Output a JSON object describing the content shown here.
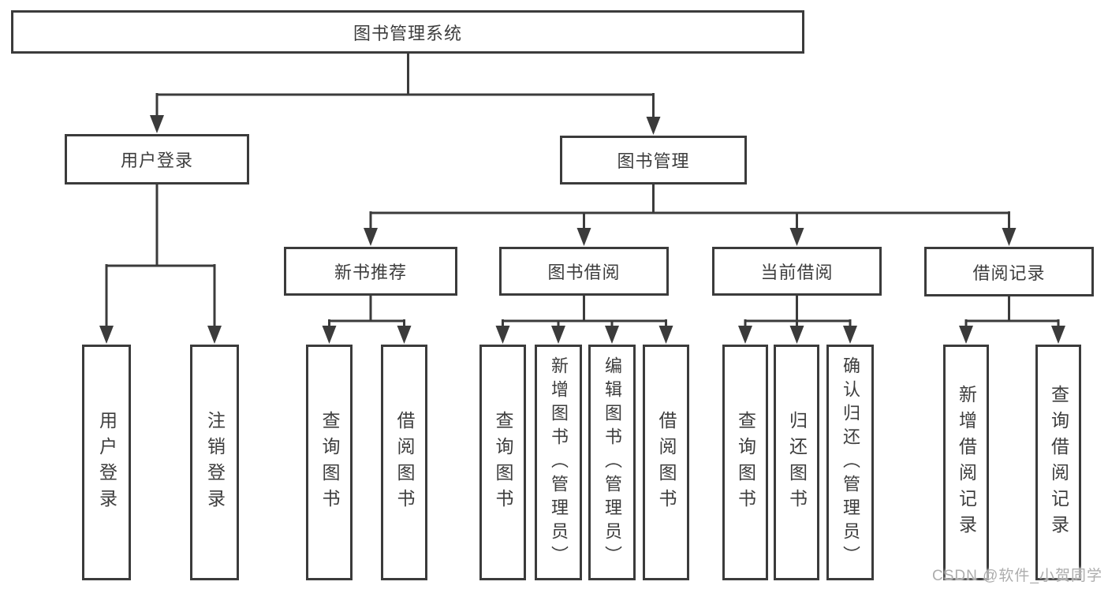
{
  "diagram": {
    "title": "图书管理系统",
    "tree": {
      "label": "图书管理系统",
      "children": [
        {
          "label": "用户登录",
          "children": [
            {
              "label": "用户登录"
            },
            {
              "label": "注销登录"
            }
          ]
        },
        {
          "label": "图书管理",
          "children": [
            {
              "label": "新书推荐",
              "children": [
                {
                  "label": "查询图书"
                },
                {
                  "label": "借阅图书"
                }
              ]
            },
            {
              "label": "图书借阅",
              "children": [
                {
                  "label": "查询图书"
                },
                {
                  "label": "新增图书（管理员）"
                },
                {
                  "label": "编辑图书（管理员）"
                },
                {
                  "label": "借阅图书"
                }
              ]
            },
            {
              "label": "当前借阅",
              "children": [
                {
                  "label": "查询图书"
                },
                {
                  "label": "归还图书"
                },
                {
                  "label": "确认归还（管理员）"
                }
              ]
            },
            {
              "label": "借阅记录",
              "children": [
                {
                  "label": "新增借阅记录"
                },
                {
                  "label": "查询借阅记录"
                }
              ]
            }
          ]
        }
      ]
    }
  },
  "watermark": {
    "text": "CSDN @软件_小贺同学"
  },
  "colors": {
    "line": "#3b3b3b",
    "box_border": "#3b3b3b",
    "text": "#3d3d3d",
    "background": "#ffffff",
    "watermark": "#adadad"
  }
}
